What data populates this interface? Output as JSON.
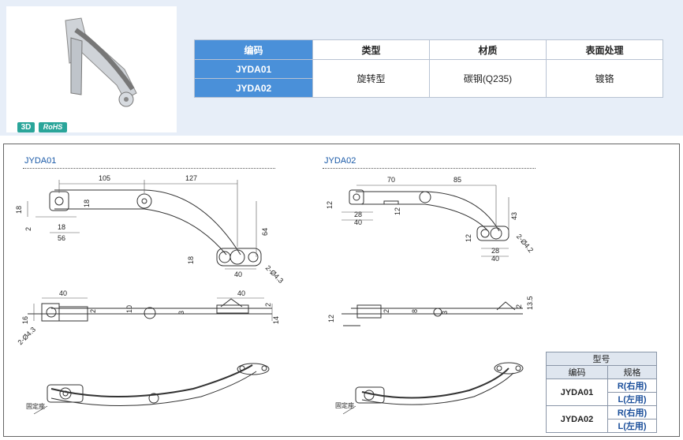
{
  "top": {
    "badges": {
      "three_d": "3D",
      "rohs": "RoHS"
    },
    "table": {
      "headers": [
        "编码",
        "类型",
        "材质",
        "表面处理"
      ],
      "codes": [
        "JYDA01",
        "JYDA02"
      ],
      "type": "旋转型",
      "material": "碳钢(Q235)",
      "finish": "镀铬"
    }
  },
  "drawings": {
    "left": {
      "title": "JYDA01",
      "dims": {
        "d105": "105",
        "d127": "127",
        "d18a": "18",
        "d18b": "18",
        "d18c": "18",
        "d2": "2",
        "d56": "56",
        "d64": "64",
        "d18d": "18",
        "d40": "40",
        "phi43": "2-Ø4.3",
        "s40a": "40",
        "s2a": "2",
        "s10": "10",
        "s3": "3",
        "s40b": "40",
        "s2b": "2",
        "s16": "16",
        "s14": "14",
        "sphi": "2-Ø4.3"
      },
      "base_label": "固定座"
    },
    "right": {
      "title": "JYDA02",
      "dims": {
        "d70": "70",
        "d85": "85",
        "d12a": "12",
        "d28a": "28",
        "d40a": "40",
        "d12b": "12",
        "d43": "43",
        "d12c": "12",
        "d28b": "28",
        "d40b": "40",
        "phi42": "2-Ø4.2",
        "s2": "2",
        "s8": "8",
        "s3": "3",
        "s2b": "2",
        "s135": "13.5",
        "s12": "12"
      },
      "base_label": "固定座"
    }
  },
  "model_table": {
    "title": "型号",
    "col_code": "编码",
    "col_spec": "规格",
    "rows": [
      {
        "code": "JYDA01",
        "specs": [
          "R(右用)",
          "L(左用)"
        ]
      },
      {
        "code": "JYDA02",
        "specs": [
          "R(右用)",
          "L(左用)"
        ]
      }
    ]
  }
}
